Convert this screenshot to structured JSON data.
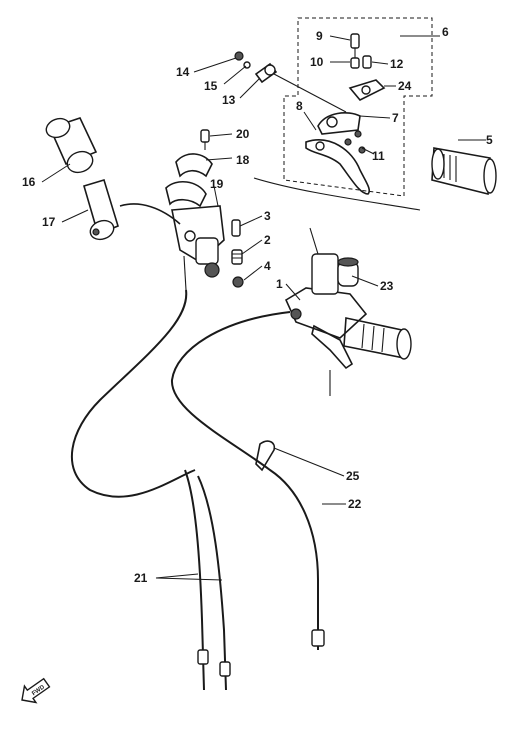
{
  "callouts": {
    "c1": "1",
    "c2": "2",
    "c3": "3",
    "c4": "4",
    "c5": "5",
    "c6": "6",
    "c7": "7",
    "c8": "8",
    "c9": "9",
    "c10": "10",
    "c11": "11",
    "c12": "12",
    "c13": "13",
    "c14": "14",
    "c15": "15",
    "c16": "16",
    "c17": "17",
    "c18": "18",
    "c19": "19",
    "c20": "20",
    "c21": "21",
    "c22": "22",
    "c23": "23",
    "c24": "24",
    "c25": "25"
  },
  "direction_marker": "FWD"
}
